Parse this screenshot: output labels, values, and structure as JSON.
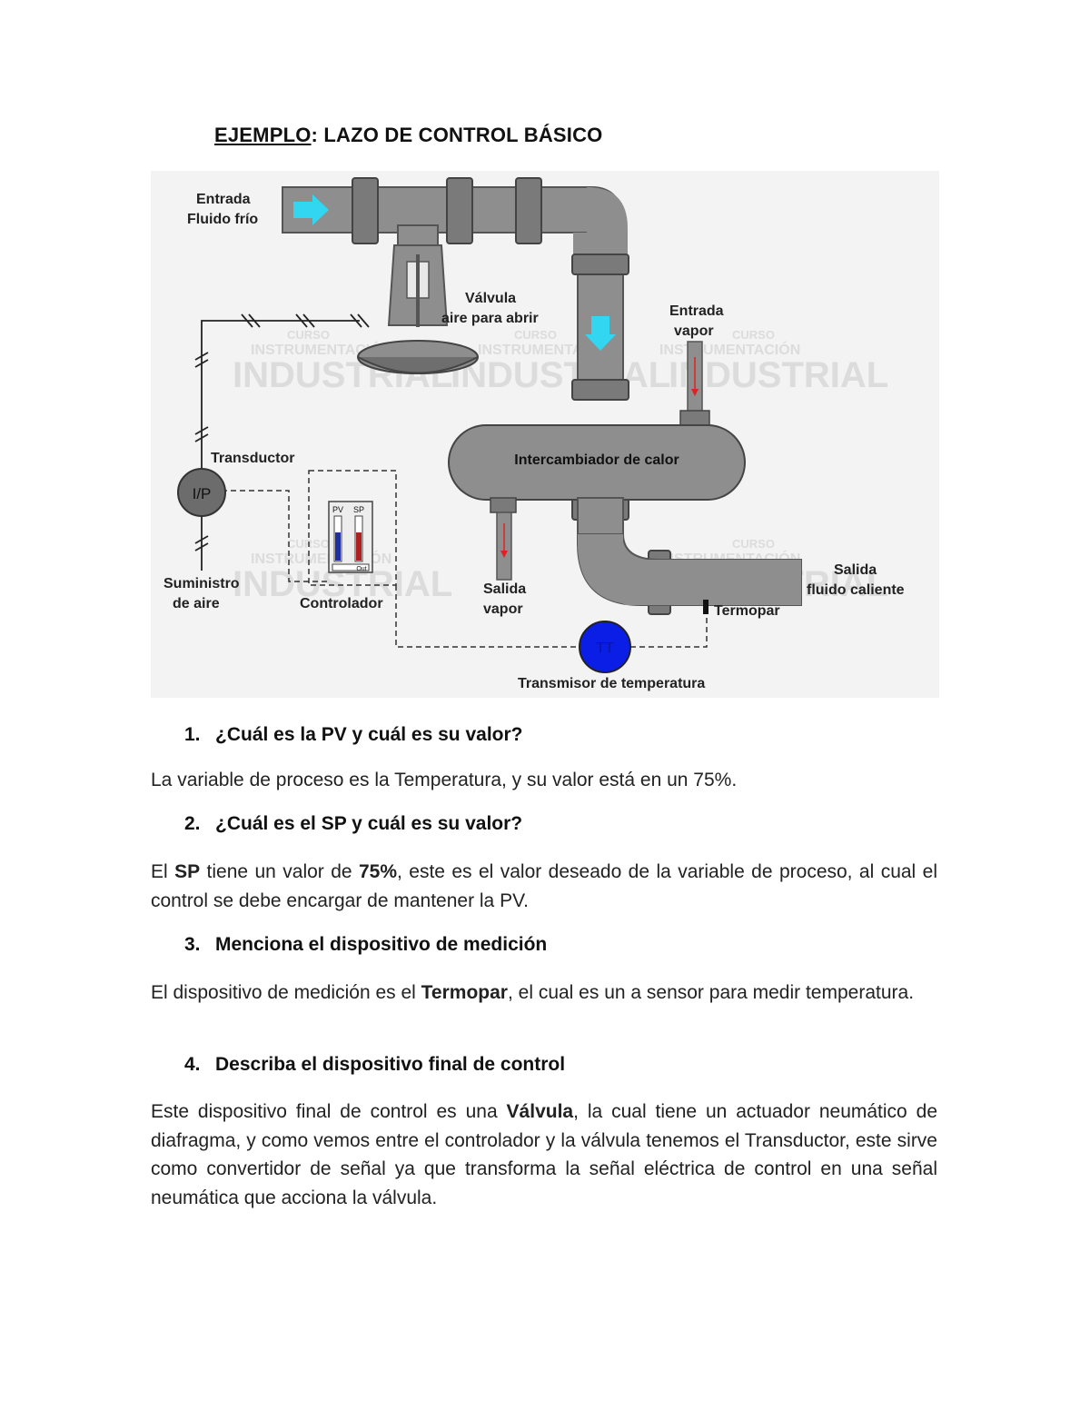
{
  "title": {
    "underlined": "EJEMPLO",
    "rest": ": LAZO DE CONTROL BÁSICO"
  },
  "diagram": {
    "labels": {
      "entrada_fluido_1": "Entrada",
      "entrada_fluido_2": "Fluido frío",
      "valvula_1": "Válvula",
      "valvula_2": "aire para abrir",
      "entrada_vapor_1": "Entrada",
      "entrada_vapor_2": "vapor",
      "intercambiador": "Intercambiador de calor",
      "transductor": "Transductor",
      "ip": "I/P",
      "pv": "PV",
      "sp": "SP",
      "out": "Out",
      "suministro_1": "Suministro",
      "suministro_2": "de aire",
      "controlador": "Controlador",
      "salida_vapor_1": "Salida",
      "salida_vapor_2": "vapor",
      "salida_fluido_1": "Salida",
      "salida_fluido_2": "fluido caliente",
      "termopar": "Termopar",
      "tt": "TT",
      "transmisor": "Transmisor de temperatura"
    },
    "watermark": {
      "line1": "CURSO",
      "line2": "INSTRUMENTACIÓN",
      "line3": "INDUSTRIAL"
    },
    "colors": {
      "pipe": "#8e8e8e",
      "pipe_dark": "#5f5f5f",
      "arrow": "#33d6f0",
      "tt": "#0a1ee6",
      "ip": "#6c6c6c",
      "bg": "#f2f2f2"
    }
  },
  "questions": [
    {
      "num": "1.",
      "text": "¿Cuál es la PV y cuál es su valor?"
    },
    {
      "num": "2.",
      "text": "¿Cuál es el SP y cuál es su valor?"
    },
    {
      "num": "3.",
      "text": "Menciona el dispositivo de medición"
    },
    {
      "num": "4.",
      "text": "Describa el dispositivo final de control"
    }
  ],
  "answers": {
    "a1": "La variable de proceso es la Temperatura, y su valor está en un 75%.",
    "a2": {
      "p1": "El ",
      "b1": "SP",
      "p2": " tiene un valor de ",
      "b2": "75%",
      "p3": ", este es el valor deseado de la variable de proceso, al cual el control se debe encargar de mantener la PV."
    },
    "a3": {
      "p1": "El dispositivo de medición es el ",
      "b1": "Termopar",
      "p2": ", el cual es un a sensor para medir temperatura."
    },
    "a4": {
      "p1": "Este dispositivo final de control es una ",
      "b1": "Válvula",
      "p2": ", la cual tiene un actuador neumático de diafragma, y como vemos entre el controlador y la válvula tenemos el Transductor, este sirve como convertidor de señal ya que transforma la señal eléctrica de control en una señal neumática que acciona la válvula."
    }
  }
}
